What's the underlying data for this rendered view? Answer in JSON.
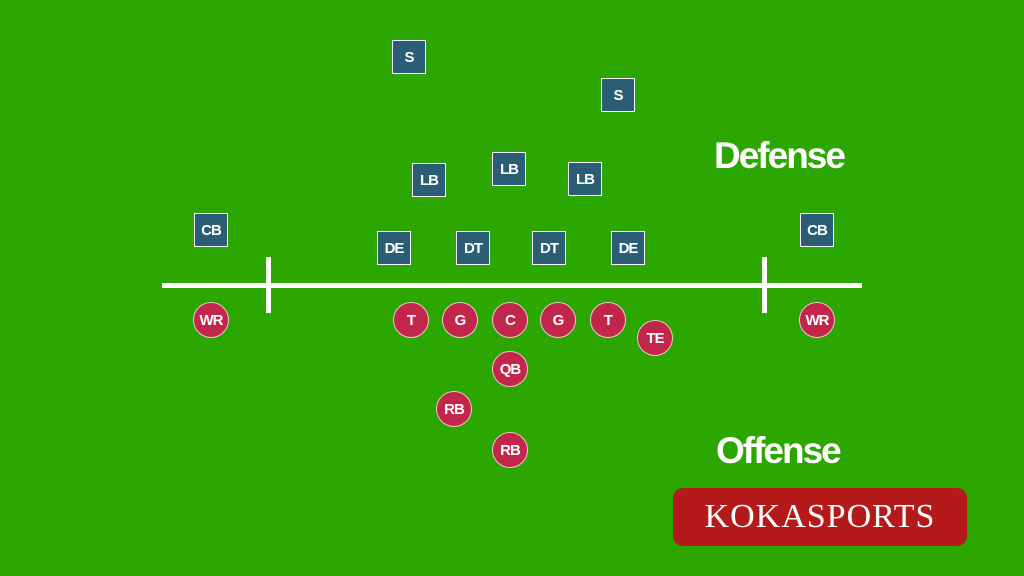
{
  "labels": {
    "defense": "Defense",
    "offense": "Offense",
    "brand": "KOKASPORTS"
  },
  "defense": [
    "S",
    "S",
    "LB",
    "LB",
    "LB",
    "CB",
    "DE",
    "DT",
    "DT",
    "DE",
    "CB"
  ],
  "offense": [
    "WR",
    "T",
    "G",
    "C",
    "G",
    "T",
    "TE",
    "WR",
    "QB",
    "RB",
    "RB"
  ],
  "colors": {
    "field": "#2ca600",
    "defense_box": "#2b5e74",
    "offense_circle": "#c2264a",
    "lines": "#ffffff",
    "brand_bg": "#b51a1a"
  }
}
